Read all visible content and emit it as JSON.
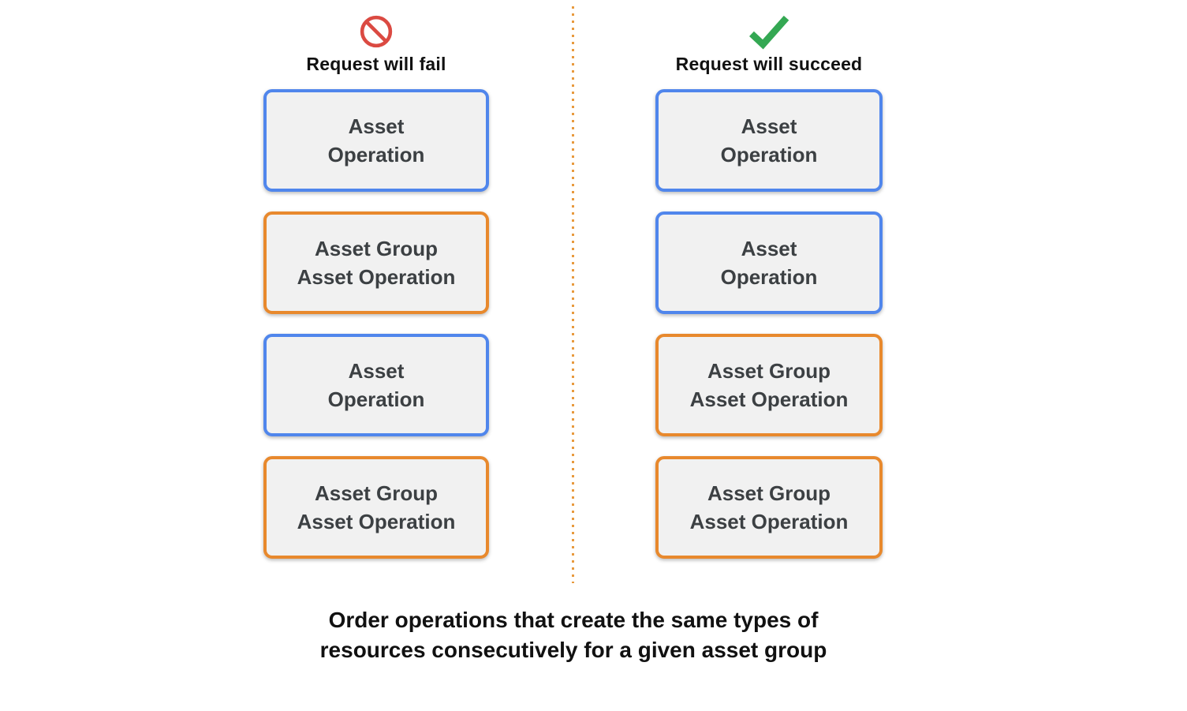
{
  "columns": [
    {
      "label": "Request will fail",
      "icon": "prohibition-icon",
      "boxes": [
        {
          "label": "Asset\nOperation",
          "kind": "asset-operation"
        },
        {
          "label": "Asset Group\nAsset Operation",
          "kind": "asset-group-asset-operation"
        },
        {
          "label": "Asset\nOperation",
          "kind": "asset-operation"
        },
        {
          "label": "Asset Group\nAsset Operation",
          "kind": "asset-group-asset-operation"
        }
      ]
    },
    {
      "label": "Request will succeed",
      "icon": "checkmark-icon",
      "boxes": [
        {
          "label": "Asset\nOperation",
          "kind": "asset-operation"
        },
        {
          "label": "Asset\nOperation",
          "kind": "asset-operation"
        },
        {
          "label": "Asset Group\nAsset Operation",
          "kind": "asset-group-asset-operation"
        },
        {
          "label": "Asset Group\nAsset Operation",
          "kind": "asset-group-asset-operation"
        }
      ]
    }
  ],
  "caption": "Order operations that create the same types of\nresources consecutively for a given asset group",
  "colors": {
    "asset_operation_border": "#5086ec",
    "asset_group_border": "#e8892d",
    "box_fill": "#f1f1f1",
    "box_text": "#3c4043",
    "fail_icon": "#db4a42",
    "success_icon": "#34a853",
    "divider": "#e89a3e"
  }
}
